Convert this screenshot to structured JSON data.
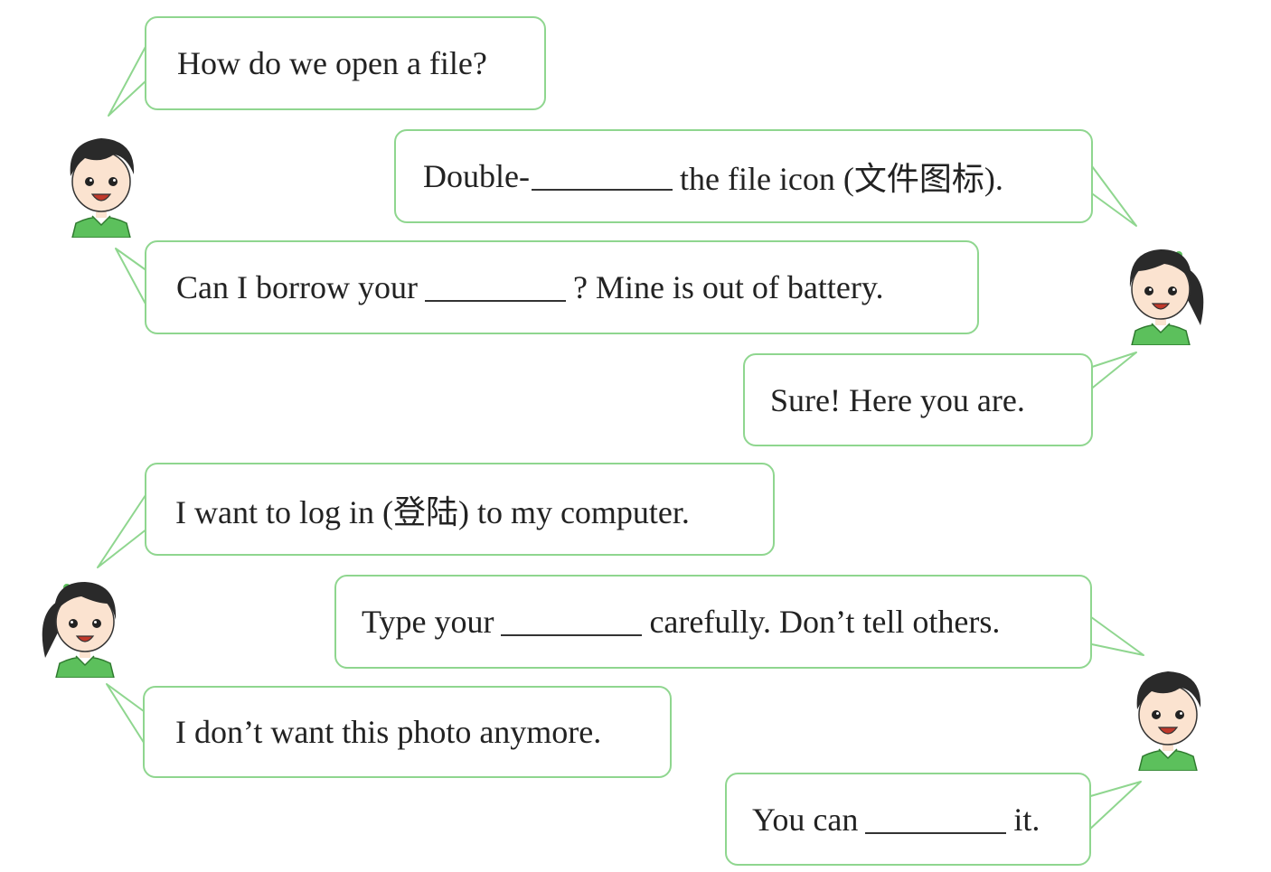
{
  "dialogues": [
    {
      "lines": [
        {
          "parts": [
            "How do we open a file?"
          ]
        },
        {
          "parts": [
            "Double-",
            "the file icon (文件图标)."
          ]
        },
        {
          "parts": [
            "Can I borrow your",
            "? Mine is out of battery."
          ]
        },
        {
          "parts": [
            "Sure! Here you are."
          ]
        }
      ]
    },
    {
      "lines": [
        {
          "parts": [
            "I want to log in (登陆) to my computer."
          ]
        },
        {
          "parts": [
            "Type your",
            "carefully. Don’t tell others."
          ]
        },
        {
          "parts": [
            "I don’t want this photo anymore."
          ]
        },
        {
          "parts": [
            "You can",
            "it."
          ]
        }
      ]
    }
  ],
  "colors": {
    "bubble_border": "#8fd68f",
    "shirt": "#5cc05c",
    "hair": "#2a2a2a"
  },
  "icons": [
    "boy-icon",
    "girl-icon"
  ]
}
